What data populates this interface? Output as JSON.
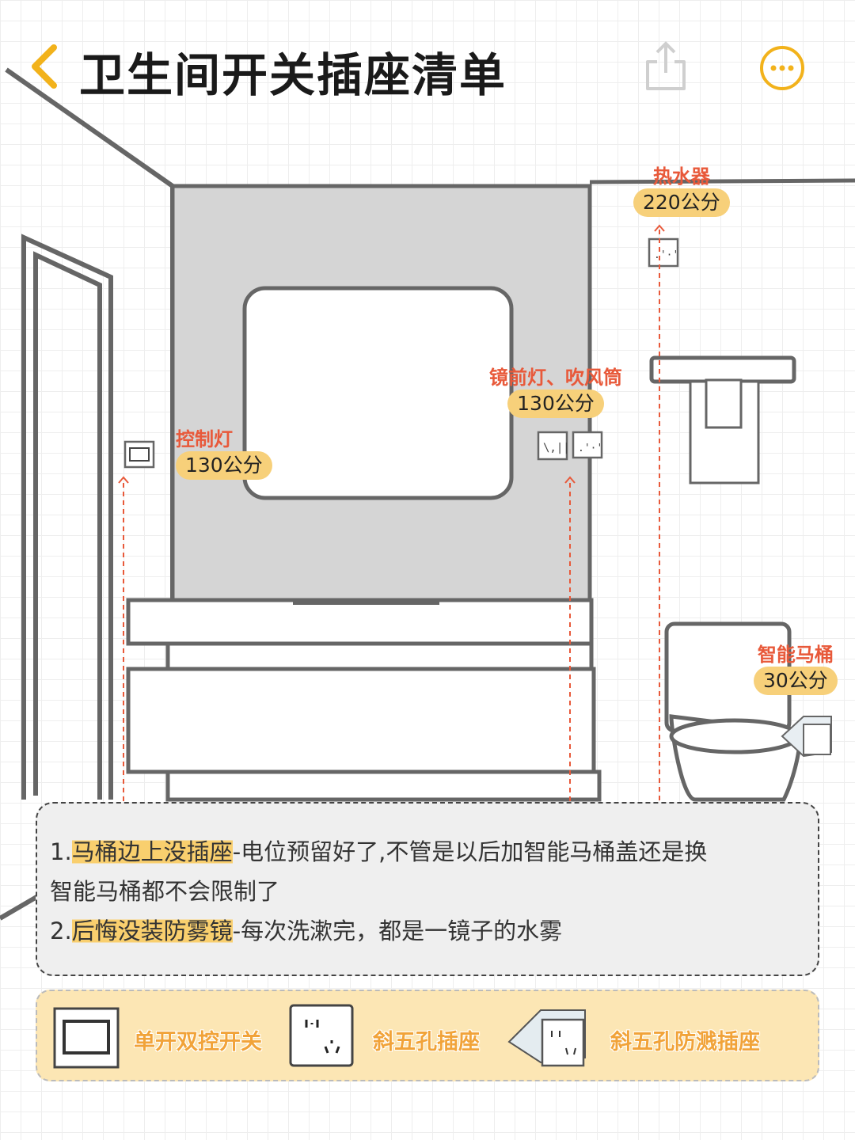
{
  "header": {
    "title": "卫生间开关插座清单",
    "back_icon": "chevron-left-icon",
    "share_icon": "share-icon",
    "more_icon": "more-icon",
    "accent_color": "#f2b21b"
  },
  "labels": {
    "water_heater": {
      "name": "热水器",
      "height": "220公分"
    },
    "mirror_light": {
      "name": "镜前灯、吹风筒",
      "height": "130公分"
    },
    "control_light": {
      "name": "控制灯",
      "height": "130公分"
    },
    "smart_toilet": {
      "name": "智能马桶",
      "height": "30公分"
    }
  },
  "notes": {
    "item1_prefix": "1.",
    "item1_highlight": "马桶边上没插座",
    "item1_text": "-电位预留好了,不管是以后加智能马桶盖还是换",
    "item1_text_cont": "智能马桶都不会限制了",
    "item2_prefix": "2.",
    "item2_highlight": "后悔没装防雾镜",
    "item2_text": "-每次洗漱完，都是一镜子的水雾"
  },
  "legend": {
    "switch_label": "单开双控开关",
    "outlet_label": "斜五孔插座",
    "splash_outlet_label": "斜五孔防溅插座"
  },
  "colors": {
    "label_text": "#e8593a",
    "height_badge": "#f7d07a",
    "highlight": "#f9cf6e",
    "legend_bg": "#fce6b4",
    "legend_text": "#f1a339",
    "wall_panel": "#d5d5d5"
  }
}
